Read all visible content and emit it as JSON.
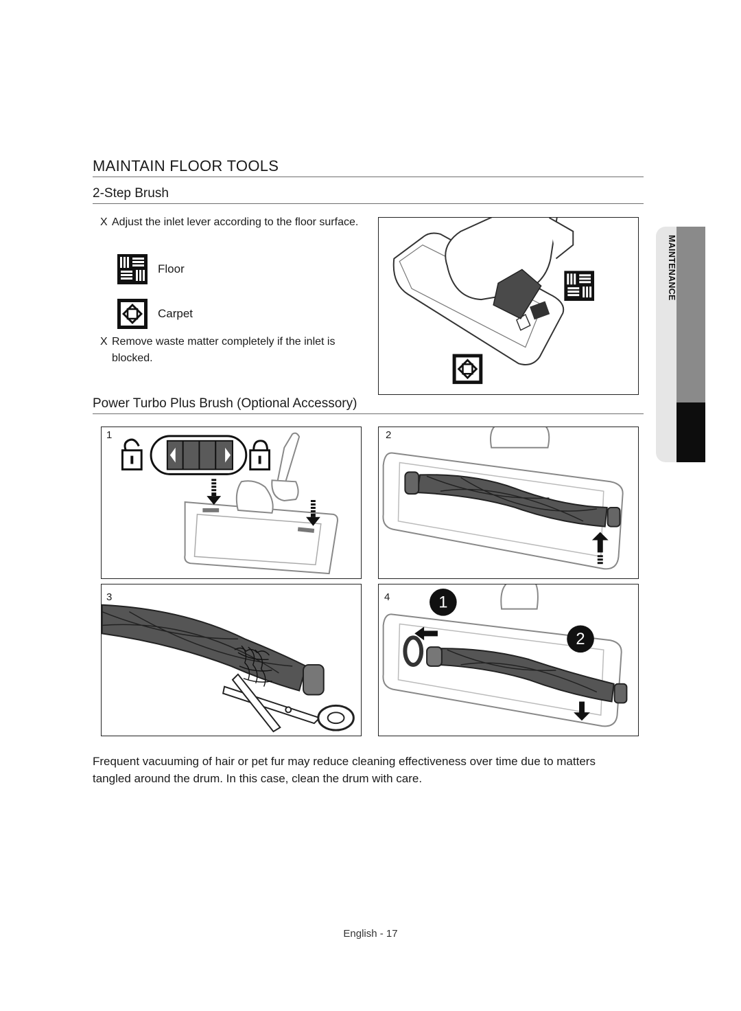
{
  "page": {
    "section_title": "MAINTAIN FLOOR TOOLS",
    "side_tab": "MAINTENANCE",
    "footer": "English - 17"
  },
  "two_step_brush": {
    "title": "2-Step Brush",
    "bullet_marker": "X",
    "bullets": [
      "Adjust the inlet lever according to the floor surface.",
      "Remove waste matter completely if the inlet is blocked."
    ],
    "legend": [
      {
        "icon": "floor-pattern-icon",
        "label": "Floor"
      },
      {
        "icon": "carpet-pattern-icon",
        "label": "Carpet"
      }
    ]
  },
  "power_turbo": {
    "title": "Power Turbo Plus Brush (Optional Accessory)",
    "steps": [
      {
        "number": "1"
      },
      {
        "number": "2"
      },
      {
        "number": "3"
      },
      {
        "number": "4",
        "callouts": [
          "1",
          "2"
        ]
      }
    ]
  },
  "paragraph": "Frequent vacuuming of hair or pet fur may reduce cleaning effectiveness over time due to matters tangled around the drum. In this case, clean the drum with care.",
  "colors": {
    "tab_light": "#e6e6e6",
    "tab_mid": "#8a8a8a",
    "tab_dark": "#0d0d0d",
    "drum": "#555555"
  }
}
